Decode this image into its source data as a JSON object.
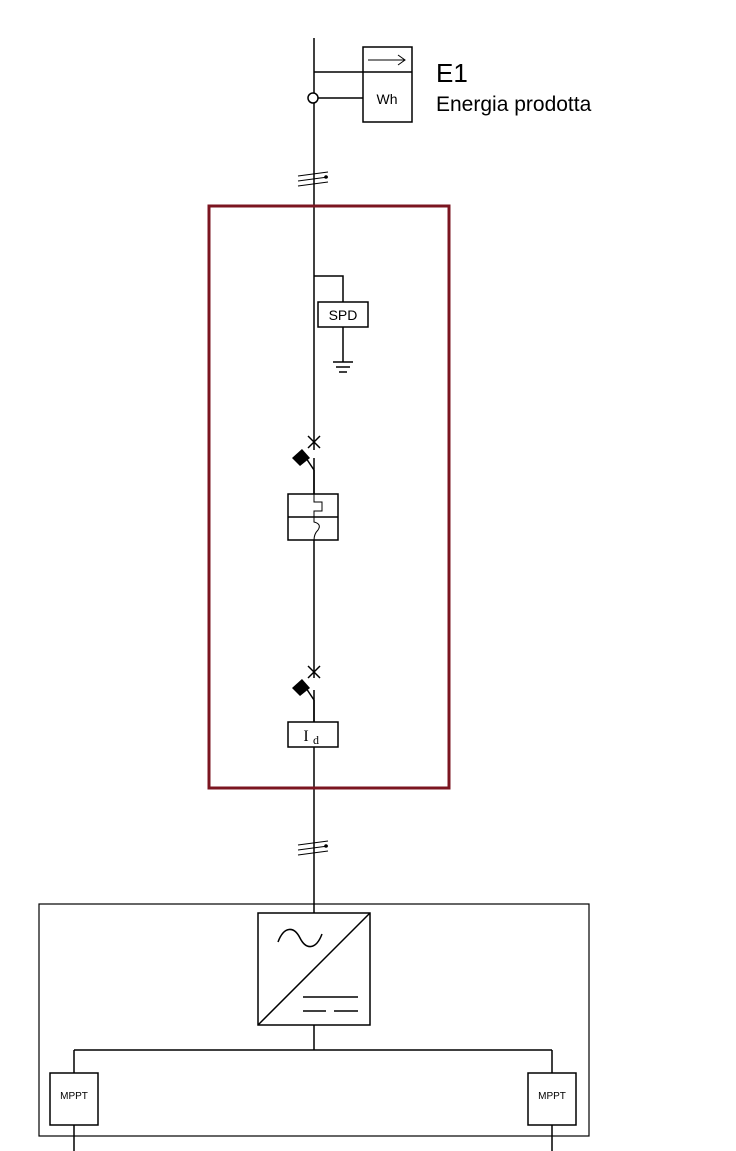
{
  "meter": {
    "id": "E1",
    "description": "Energia prodotta",
    "unit_label": "Wh"
  },
  "panel": {
    "border_color": "#7b1520",
    "spd_label": "SPD",
    "rcd_label": "I",
    "rcd_subscript": "d"
  },
  "inverter": {
    "mppt_labels": [
      "MPPT",
      "MPPT"
    ]
  }
}
